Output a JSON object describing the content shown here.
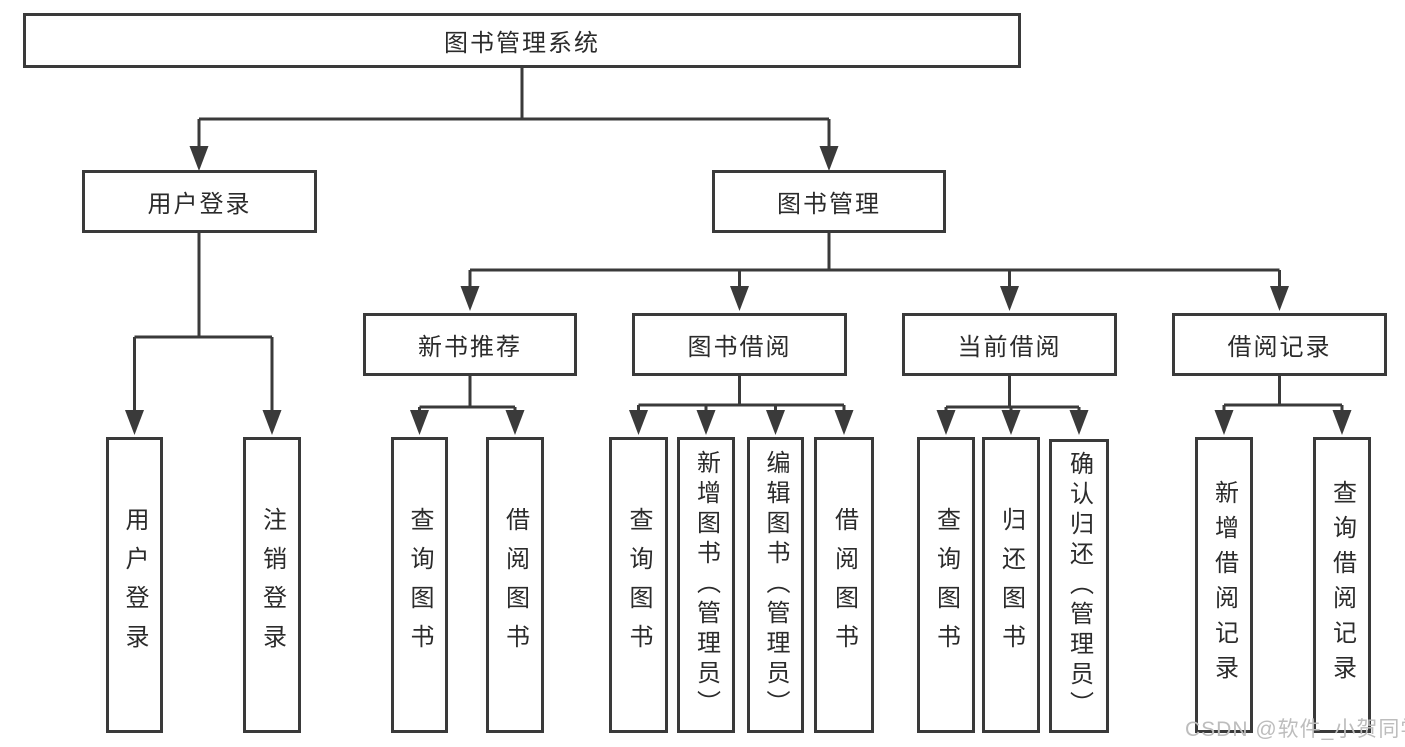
{
  "colors": {
    "line": "#3a3a3a",
    "text": "#2b2b2b",
    "watermark": "#bdbdbd",
    "bg": "#ffffff"
  },
  "tree": {
    "label": "图书管理系统",
    "children": [
      {
        "label": "用户登录",
        "children": [
          {
            "label": "用户登录"
          },
          {
            "label": "注销登录"
          }
        ]
      },
      {
        "label": "图书管理",
        "children": [
          {
            "label": "新书推荐",
            "children": [
              {
                "label": "查询图书"
              },
              {
                "label": "借阅图书"
              }
            ]
          },
          {
            "label": "图书借阅",
            "children": [
              {
                "label": "查询图书"
              },
              {
                "label": "新增图书（管理员）"
              },
              {
                "label": "编辑图书（管理员）"
              },
              {
                "label": "借阅图书"
              }
            ]
          },
          {
            "label": "当前借阅",
            "children": [
              {
                "label": "查询图书"
              },
              {
                "label": "归还图书"
              },
              {
                "label": "确认归还（管理员）"
              }
            ]
          },
          {
            "label": "借阅记录",
            "children": [
              {
                "label": "新增借阅记录"
              },
              {
                "label": "查询借阅记录"
              }
            ]
          }
        ]
      }
    ]
  },
  "watermark": "CSDN @软件_小贺同学"
}
